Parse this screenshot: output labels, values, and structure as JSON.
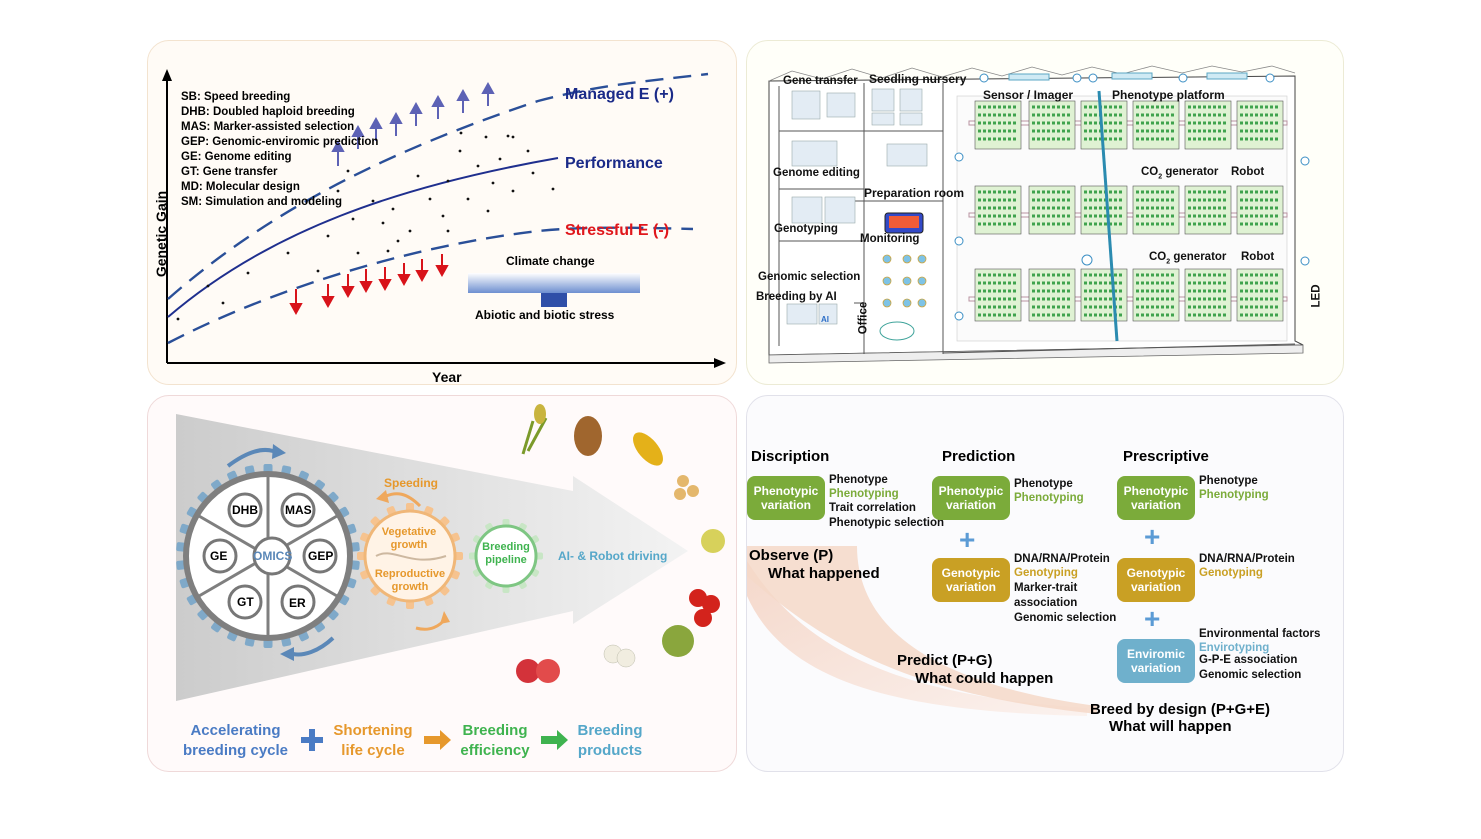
{
  "panelA": {
    "legend": [
      "SB: Speed breeding",
      "DHB: Doubled haploid breeding",
      "MAS: Marker-assisted selection",
      "GEP: Genomic-enviromic prediction",
      "GE: Genome editing",
      "GT: Gene transfer",
      "MD: Molecular design",
      "SM: Simulation and modeling"
    ],
    "managed": "Managed E (+)",
    "performance": "Performance",
    "stressful": "Stressful E (-)",
    "ylabel": "Genetic Gain",
    "xlabel": "Year",
    "climate": "Climate change",
    "stress": "Abiotic and biotic stress",
    "colors": {
      "managed": "#1a2a88",
      "stress": "#e0161b",
      "curve": "#2a3b9a"
    }
  },
  "panelB": {
    "gene_transfer": "Gene transfer",
    "seedling": "Seedling nursery",
    "genome_editing": "Genome editing",
    "genotyping": "Genotyping",
    "genomic_selection": "Genomic selection",
    "breeding_ai": "Breeding by AI",
    "prep": "Preparation room",
    "monitoring": "Monitoring",
    "office": "Office",
    "sensor": "Sensor / Imager",
    "phenotype_platform": "Phenotype platform",
    "co2_1": "CO",
    "co2_2": "CO",
    "co2_sub": "2",
    "generator": " generator",
    "robot": "Robot",
    "led": "LED",
    "ai_icon": "AI"
  },
  "panelC": {
    "dhb": "DHB",
    "mas": "MAS",
    "ge": "GE",
    "omics": "OMICS",
    "gep": "GEP",
    "gt": "GT",
    "er": "ER",
    "speeding": "Speeding",
    "vegetative": "Vegetative growth",
    "reproductive": "Reproductive growth",
    "pipeline": "Breeding pipeline",
    "ai_robot": "AI- & Robot driving",
    "bottom": [
      {
        "text": "Accelerating breeding cycle",
        "color": "#4a7bc4"
      },
      {
        "text": "Shortening life cycle",
        "color": "#e6982c"
      },
      {
        "text": "Breeding efficiency",
        "color": "#3fb34f"
      },
      {
        "text": "Breeding products",
        "color": "#55a7c9"
      }
    ]
  },
  "panelD": {
    "discription": "Discription",
    "prediction": "Prediction",
    "prescriptive": "Prescriptive",
    "phenotypic": "Phenotypic variation",
    "genotypic": "Genotypic variation",
    "enviromic": "Enviromic variation",
    "phenotype": "Phenotype",
    "phenotyping": "Phenotyping",
    "trait_corr": "Trait correlation",
    "pheno_sel": "Phenotypic selection",
    "dna": "DNA/RNA/Protein",
    "genotyping": "Genotyping",
    "marker1": "Marker-trait",
    "marker2": "association",
    "genomic_sel": "Genomic selection",
    "env_factors": "Environmental factors",
    "envirotyping": "Envirotyping",
    "gpe": "G-P-E association",
    "observe": "Observe (P)",
    "what_happened": "What happened",
    "predict": "Predict (P+G)",
    "what_could": "What could happen",
    "breed_design": "Breed by design (P+G+E)",
    "what_will": "What will happen",
    "colors": {
      "phenotypic": "#7bab3a",
      "genotypic": "#c9a024",
      "enviromic": "#6fb0cc"
    }
  }
}
